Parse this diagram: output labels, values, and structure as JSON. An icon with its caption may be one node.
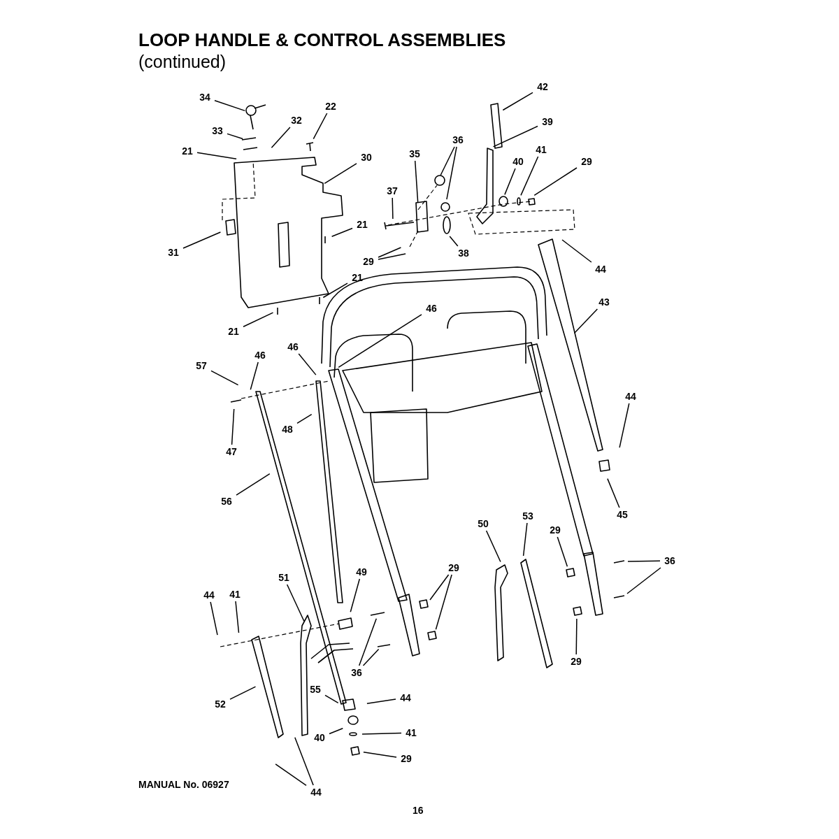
{
  "diagram": {
    "title": "LOOP HANDLE & CONTROL ASSEMBLIES",
    "nodes": [
      {
        "text": [
          "34"
        ]
      },
      {
        "text": [
          "22"
        ]
      },
      {
        "text": [
          "33"
        ]
      },
      {
        "text": [
          "32"
        ]
      },
      {
        "text": [
          "21"
        ]
      },
      {
        "text": [
          "30"
        ]
      },
      {
        "text": [
          "42"
        ]
      },
      {
        "text": [
          "39"
        ]
      },
      {
        "text": [
          "36"
        ]
      },
      {
        "text": [
          "35"
        ]
      },
      {
        "text": [
          "40"
        ]
      },
      {
        "text": [
          "41"
        ]
      },
      {
        "text": [
          "29"
        ]
      },
      {
        "text": [
          "37"
        ]
      },
      {
        "text": [
          "21"
        ]
      },
      {
        "text": [
          "31"
        ]
      },
      {
        "text": [
          "29"
        ]
      },
      {
        "text": [
          "38"
        ]
      },
      {
        "text": [
          "44"
        ]
      },
      {
        "text": [
          "21"
        ]
      },
      {
        "text": [
          "43"
        ]
      },
      {
        "text": [
          "21"
        ]
      },
      {
        "text": [
          "46"
        ]
      },
      {
        "text": [
          "57"
        ]
      },
      {
        "text": [
          "46"
        ]
      },
      {
        "text": [
          "46"
        ]
      },
      {
        "text": [
          "44"
        ]
      },
      {
        "text": [
          "48"
        ]
      },
      {
        "text": [
          "47"
        ]
      },
      {
        "text": [
          "56"
        ]
      },
      {
        "text": [
          "45"
        ]
      },
      {
        "text": [
          "50"
        ]
      },
      {
        "text": [
          "53"
        ]
      },
      {
        "text": [
          "29"
        ]
      },
      {
        "text": [
          "36"
        ]
      },
      {
        "text": [
          "29"
        ]
      },
      {
        "text": [
          "51"
        ]
      },
      {
        "text": [
          "49"
        ]
      },
      {
        "text": [
          "44"
        ]
      },
      {
        "text": [
          "41"
        ]
      },
      {
        "text": [
          "36"
        ]
      },
      {
        "text": [
          "29"
        ]
      },
      {
        "text": [
          "52"
        ]
      },
      {
        "text": [
          "55"
        ]
      },
      {
        "text": [
          "44"
        ]
      },
      {
        "text": [
          "40"
        ]
      },
      {
        "text": [
          "41"
        ]
      },
      {
        "text": [
          "29"
        ]
      },
      {
        "text": [
          "44"
        ]
      }
    ],
    "edges": [
      {
        "from": 0,
        "to": null,
        "arrow": "none"
      },
      {
        "from": 1,
        "to": null,
        "arrow": "none"
      },
      {
        "from": 2,
        "to": null,
        "arrow": "none"
      },
      {
        "from": 3,
        "to": null,
        "arrow": "none"
      },
      {
        "from": 4,
        "to": null,
        "arrow": "none"
      },
      {
        "from": 5,
        "to": null,
        "arrow": "none"
      },
      {
        "from": 6,
        "to": null,
        "arrow": "none"
      },
      {
        "from": 7,
        "to": null,
        "arrow": "none"
      },
      {
        "from": 8,
        "to": null,
        "arrow": "none"
      },
      {
        "from": 8,
        "to": null,
        "arrow": "none"
      },
      {
        "from": 9,
        "to": null,
        "arrow": "none"
      },
      {
        "from": 10,
        "to": null,
        "arrow": "none"
      },
      {
        "from": 11,
        "to": null,
        "arrow": "none"
      },
      {
        "from": 12,
        "to": null,
        "arrow": "none"
      },
      {
        "from": 13,
        "to": null,
        "arrow": "none"
      },
      {
        "from": 14,
        "to": null,
        "arrow": "none"
      },
      {
        "from": 15,
        "to": null,
        "arrow": "none"
      },
      {
        "from": 16,
        "to": null,
        "arrow": "none"
      },
      {
        "from": 16,
        "to": null,
        "arrow": "none"
      },
      {
        "from": 17,
        "to": null,
        "arrow": "none"
      },
      {
        "from": 18,
        "to": null,
        "arrow": "none"
      },
      {
        "from": 19,
        "to": null,
        "arrow": "none"
      },
      {
        "from": 20,
        "to": null,
        "arrow": "none"
      },
      {
        "from": 21,
        "to": null,
        "arrow": "none"
      },
      {
        "from": 22,
        "to": null,
        "arrow": "none"
      },
      {
        "from": 23,
        "to": null,
        "arrow": "none"
      },
      {
        "from": 24,
        "to": null,
        "arrow": "none"
      },
      {
        "from": 25,
        "to": null,
        "arrow": "none"
      },
      {
        "from": 26,
        "to": null,
        "arrow": "none"
      },
      {
        "from": 27,
        "to": null,
        "arrow": "none"
      },
      {
        "from": 28,
        "to": null,
        "arrow": "none"
      },
      {
        "from": 29,
        "to": null,
        "arrow": "none"
      },
      {
        "from": 30,
        "to": null,
        "arrow": "none"
      },
      {
        "from": 31,
        "to": null,
        "arrow": "none"
      },
      {
        "from": 32,
        "to": null,
        "arrow": "none"
      },
      {
        "from": 33,
        "to": null,
        "arrow": "none"
      },
      {
        "from": 34,
        "to": null,
        "arrow": "none"
      },
      {
        "from": 34,
        "to": null,
        "arrow": "none"
      },
      {
        "from": 35,
        "to": null,
        "arrow": "none"
      },
      {
        "from": 35,
        "to": null,
        "arrow": "none"
      },
      {
        "from": 36,
        "to": null,
        "arrow": "none"
      },
      {
        "from": 37,
        "to": null,
        "arrow": "none"
      },
      {
        "from": 38,
        "to": null,
        "arrow": "none"
      },
      {
        "from": 39,
        "to": null,
        "arrow": "none"
      },
      {
        "from": 40,
        "to": null,
        "arrow": "none"
      },
      {
        "from": 40,
        "to": null,
        "arrow": "none"
      },
      {
        "from": 41,
        "to": null,
        "arrow": "none"
      },
      {
        "from": 42,
        "to": null,
        "arrow": "none"
      },
      {
        "from": 43,
        "to": null,
        "arrow": "none"
      },
      {
        "from": 44,
        "to": null,
        "arrow": "none"
      },
      {
        "from": 45,
        "to": null,
        "arrow": "none"
      },
      {
        "from": 46,
        "to": null,
        "arrow": "none"
      },
      {
        "from": 47,
        "to": null,
        "arrow": "none"
      },
      {
        "from": 48,
        "to": null,
        "arrow": "none"
      },
      {
        "from": 48,
        "to": null,
        "arrow": "none"
      }
    ],
    "labels": [
      "(continued)",
      "MANUAL No. 06927",
      "16"
    ]
  }
}
